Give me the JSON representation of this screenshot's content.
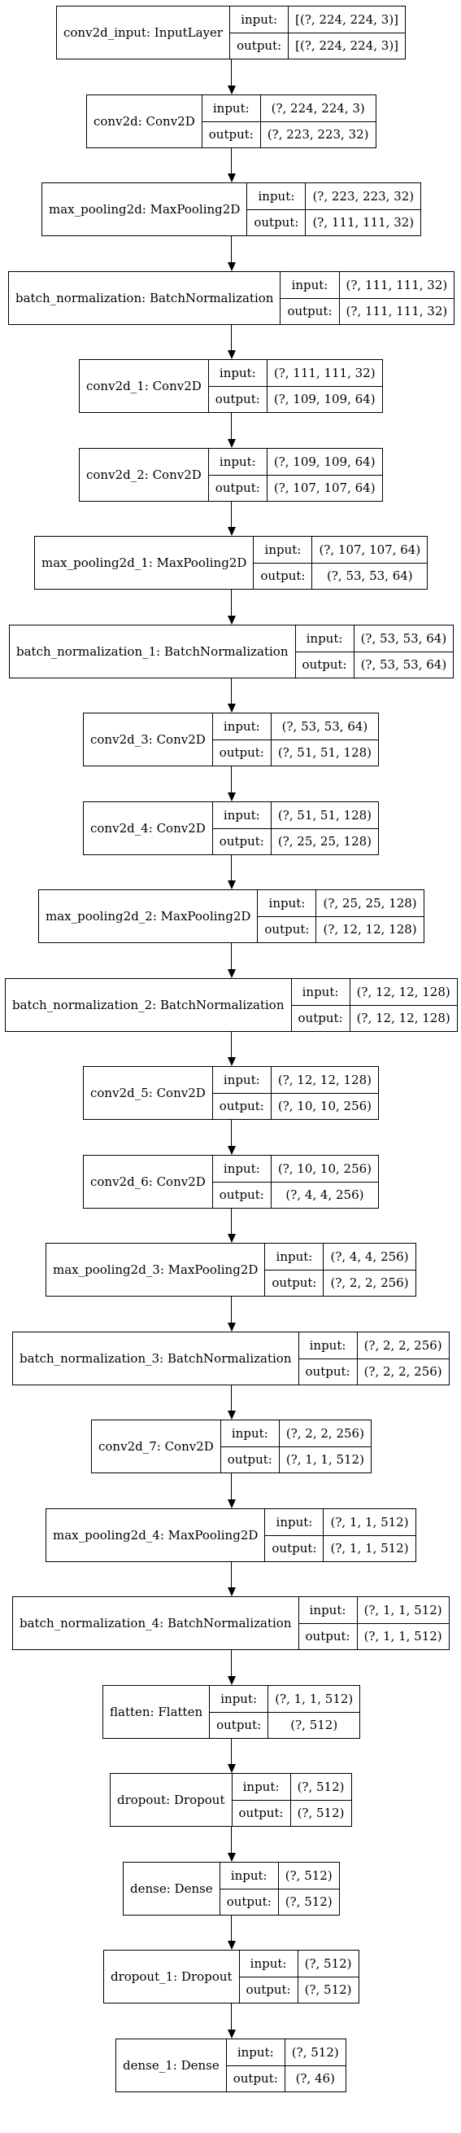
{
  "input_label": "input:",
  "output_label": "output:",
  "layers": [
    {
      "name": "conv2d_input: InputLayer",
      "input": "[(?, 224, 224, 3)]",
      "output": "[(?, 224, 224, 3)]"
    },
    {
      "name": "conv2d: Conv2D",
      "input": "(?, 224, 224, 3)",
      "output": "(?, 223, 223, 32)"
    },
    {
      "name": "max_pooling2d: MaxPooling2D",
      "input": "(?, 223, 223, 32)",
      "output": "(?, 111, 111, 32)"
    },
    {
      "name": "batch_normalization: BatchNormalization",
      "input": "(?, 111, 111, 32)",
      "output": "(?, 111, 111, 32)"
    },
    {
      "name": "conv2d_1: Conv2D",
      "input": "(?, 111, 111, 32)",
      "output": "(?, 109, 109, 64)"
    },
    {
      "name": "conv2d_2: Conv2D",
      "input": "(?, 109, 109, 64)",
      "output": "(?, 107, 107, 64)"
    },
    {
      "name": "max_pooling2d_1: MaxPooling2D",
      "input": "(?, 107, 107, 64)",
      "output": "(?, 53, 53, 64)"
    },
    {
      "name": "batch_normalization_1: BatchNormalization",
      "input": "(?, 53, 53, 64)",
      "output": "(?, 53, 53, 64)"
    },
    {
      "name": "conv2d_3: Conv2D",
      "input": "(?, 53, 53, 64)",
      "output": "(?, 51, 51, 128)"
    },
    {
      "name": "conv2d_4: Conv2D",
      "input": "(?, 51, 51, 128)",
      "output": "(?, 25, 25, 128)"
    },
    {
      "name": "max_pooling2d_2: MaxPooling2D",
      "input": "(?, 25, 25, 128)",
      "output": "(?, 12, 12, 128)"
    },
    {
      "name": "batch_normalization_2: BatchNormalization",
      "input": "(?, 12, 12, 128)",
      "output": "(?, 12, 12, 128)"
    },
    {
      "name": "conv2d_5: Conv2D",
      "input": "(?, 12, 12, 128)",
      "output": "(?, 10, 10, 256)"
    },
    {
      "name": "conv2d_6: Conv2D",
      "input": "(?, 10, 10, 256)",
      "output": "(?, 4, 4, 256)"
    },
    {
      "name": "max_pooling2d_3: MaxPooling2D",
      "input": "(?, 4, 4, 256)",
      "output": "(?, 2, 2, 256)"
    },
    {
      "name": "batch_normalization_3: BatchNormalization",
      "input": "(?, 2, 2, 256)",
      "output": "(?, 2, 2, 256)"
    },
    {
      "name": "conv2d_7: Conv2D",
      "input": "(?, 2, 2, 256)",
      "output": "(?, 1, 1, 512)"
    },
    {
      "name": "max_pooling2d_4: MaxPooling2D",
      "input": "(?, 1, 1, 512)",
      "output": "(?, 1, 1, 512)"
    },
    {
      "name": "batch_normalization_4: BatchNormalization",
      "input": "(?, 1, 1, 512)",
      "output": "(?, 1, 1, 512)"
    },
    {
      "name": "flatten: Flatten",
      "input": "(?, 1, 1, 512)",
      "output": "(?, 512)"
    },
    {
      "name": "dropout: Dropout",
      "input": "(?, 512)",
      "output": "(?, 512)"
    },
    {
      "name": "dense: Dense",
      "input": "(?, 512)",
      "output": "(?, 512)"
    },
    {
      "name": "dropout_1: Dropout",
      "input": "(?, 512)",
      "output": "(?, 512)"
    },
    {
      "name": "dense_1: Dense",
      "input": "(?, 512)",
      "output": "(?, 46)"
    }
  ]
}
